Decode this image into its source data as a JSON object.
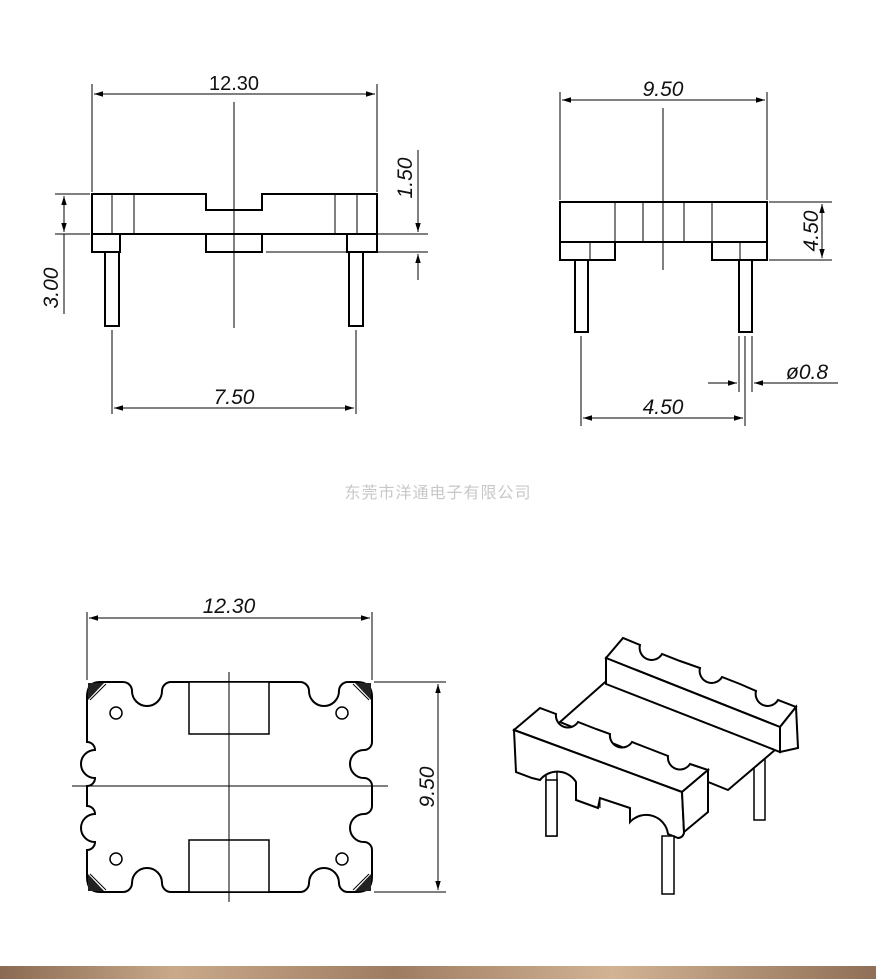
{
  "front_view": {
    "overall_width": "12.30",
    "pin_spacing": "7.50",
    "body_height": "3.00",
    "step_height": "1.50"
  },
  "side_view": {
    "overall_width": "9.50",
    "height": "4.50",
    "pin_spacing": "4.50",
    "pin_diameter": "ø0.8"
  },
  "top_view": {
    "width": "12.30",
    "depth": "9.50"
  },
  "watermark": "东莞市洋通电子有限公司",
  "colors": {
    "line": "#000000",
    "watermark": "#c8c8c8",
    "footer": "#b08d6f"
  }
}
